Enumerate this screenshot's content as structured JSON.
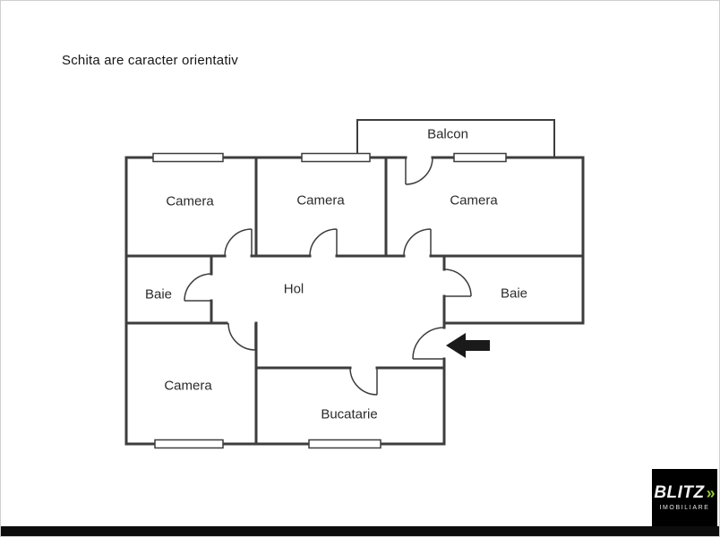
{
  "disclaimer": "Schita are caracter orientativ",
  "floorplan": {
    "balcony_label": "Balcon",
    "rooms": [
      {
        "id": "camera-top-left",
        "label": "Camera"
      },
      {
        "id": "camera-top-middle",
        "label": "Camera"
      },
      {
        "id": "camera-top-right",
        "label": "Camera"
      },
      {
        "id": "baie-left",
        "label": "Baie"
      },
      {
        "id": "hol",
        "label": "Hol"
      },
      {
        "id": "baie-right",
        "label": "Baie"
      },
      {
        "id": "camera-bottom",
        "label": "Camera"
      },
      {
        "id": "bucatarie",
        "label": "Bucatarie"
      }
    ],
    "wall_color": "#3d3d3d",
    "entrance_arrow_color": "#1a1a1a"
  },
  "logo": {
    "brand": "BLITZ",
    "chevron": "»",
    "subtitle": "IMOBILIARE",
    "accent_color": "#97c93f",
    "background": "#000000"
  }
}
